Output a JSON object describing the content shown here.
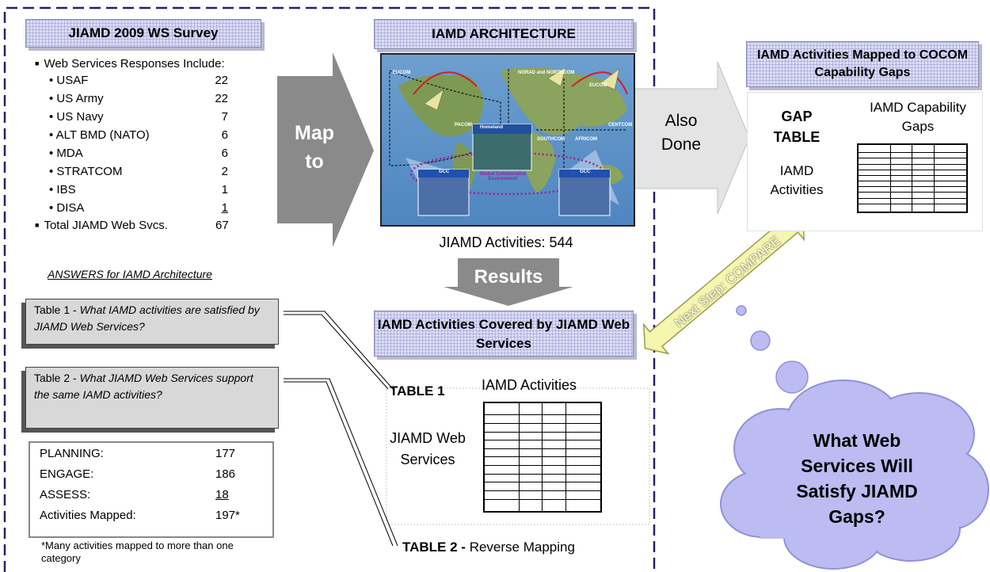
{
  "survey": {
    "title": "JIAMD 2009 WS Survey",
    "intro": "Web Services Responses Include:",
    "items": [
      {
        "name": "USAF",
        "count": "22"
      },
      {
        "name": "US Army",
        "count": "22"
      },
      {
        "name": "US Navy",
        "count": "7"
      },
      {
        "name": "ALT BMD (NATO)",
        "count": "6"
      },
      {
        "name": "MDA",
        "count": "6"
      },
      {
        "name": "STRATCOM",
        "count": "2"
      },
      {
        "name": "IBS",
        "count": "1"
      },
      {
        "name": "DISA",
        "count": "1"
      }
    ],
    "total_label": "Total JIAMD Web Svcs.",
    "total_value": "67"
  },
  "answers": {
    "heading": "ANSWERS for IAMD Architecture",
    "table1_prefix": "Table 1 - ",
    "table1_question": "What IAMD activities are satisfied by JIAMD Web Services?",
    "table2_prefix": "Table 2 - ",
    "table2_question": "What JIAMD Web Services support the same IAMD activities?"
  },
  "stats": {
    "rows": [
      {
        "label": "PLANNING:",
        "value": "177"
      },
      {
        "label": "ENGAGE:",
        "value": "186"
      },
      {
        "label": "ASSESS:",
        "value": "18"
      },
      {
        "label": "Activities Mapped:",
        "value": "197*"
      }
    ],
    "footnote": "*Many activities mapped to more than one category"
  },
  "arrows": {
    "map_to": [
      "Map",
      "to"
    ],
    "also_done": [
      "Also",
      "Done"
    ],
    "results": "Results",
    "next_step": "Next Step: COMPARE"
  },
  "architecture": {
    "title": "IAMD ARCHITECTURE",
    "activities": "JIAMD Activities: 544",
    "map_labels": {
      "eucom_left": "EUCOM",
      "norad": "NORAD and NORTHCOM",
      "eucom_right": "EUCOM",
      "pacom": "PACOM",
      "homeland": "Homeland",
      "southcom": "SOUTHCOM",
      "africom": "AFRICOM",
      "centcom": "CENTCOM",
      "gcc_left": "GCC",
      "gcc_right": "GCC",
      "global": "Global Collaborative Environment"
    }
  },
  "gaps": {
    "title": "IAMD Activities Mapped to COCOM Capability Gaps",
    "gap_table": "GAP TABLE",
    "col_label": "IAMD Capability Gaps",
    "row_label": "IAMD Activities"
  },
  "covered": {
    "title": "IAMD Activities Covered by JIAMD Web Services",
    "table1": "TABLE 1",
    "col_label": "IAMD Activities",
    "row_label": "JIAMD Web Services",
    "table2_bold": "TABLE 2 -",
    "table2_rest": " Reverse Mapping"
  },
  "cloud": {
    "text": "What Web Services Will Satisfy JIAMD Gaps?"
  },
  "colors": {
    "arrow_gray": "#8a8a8a",
    "light_gray": "#e4e4e4",
    "title_fill": "#dcdcf4",
    "cloud_fill": "#bcbcf2",
    "next_arrow": "#f6f6b0",
    "dash_border": "#22226a"
  }
}
